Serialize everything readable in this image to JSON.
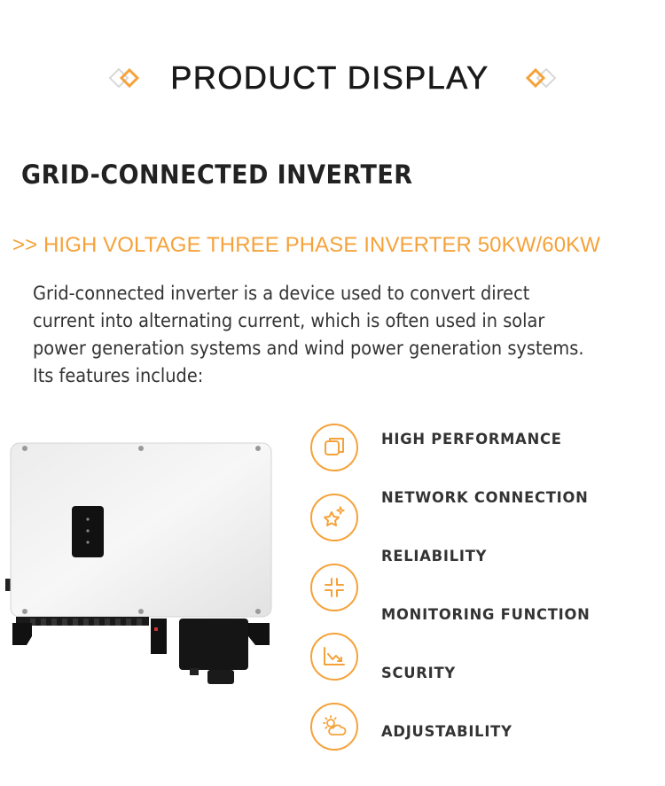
{
  "header": {
    "title": "PRODUCT DISPLAY"
  },
  "section": {
    "title": "GRID-CONNECTED INVERTER",
    "subtitle": ">> HIGH VOLTAGE THREE PHASE INVERTER 50KW/60KW"
  },
  "description": {
    "lines": [
      "Grid-connected inverter is a device used to convert direct",
      "current into alternating current, which is often used in solar",
      "power generation systems and wind power generation systems.",
      "Its features include:"
    ]
  },
  "features": {
    "items": [
      {
        "label": "HIGH PERFORMANCE",
        "icon": "layers-icon"
      },
      {
        "label": "NETWORK CONNECTION",
        "icon": "sparkle-star-icon"
      },
      {
        "label": "RELIABILITY",
        "icon": "shrink-arrows-icon"
      },
      {
        "label": "MONITORING FUNCTION",
        "icon": "trend-chart-icon"
      },
      {
        "label": "SCURITY",
        "icon": null
      },
      {
        "label": "ADJUSTABILITY",
        "icon": "weather-icon"
      }
    ]
  },
  "colors": {
    "accent": "#f5a23a",
    "accent_light": "#f9c77a",
    "text": "#222222"
  }
}
